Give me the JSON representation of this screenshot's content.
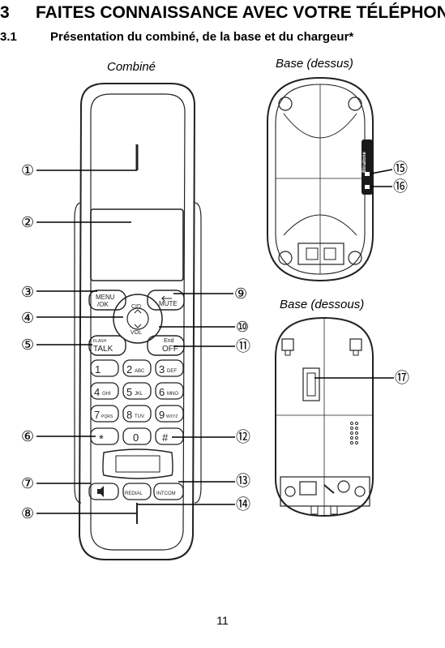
{
  "section": {
    "number": "3",
    "title": "FAITES CONNAISSANCE AVEC VOTRE TÉLÉPHONE"
  },
  "subsection": {
    "number": "3.1",
    "title": "Présentation du combiné, de la base et du chargeur*"
  },
  "captions": {
    "handset": "Combiné",
    "base_top": "Base (dessus)",
    "base_bottom": "Base (dessous)"
  },
  "callouts": [
    "①",
    "②",
    "③",
    "④",
    "⑤",
    "⑥",
    "⑦",
    "⑧",
    "⑨",
    "⑩",
    "⑪",
    "⑫",
    "⑬",
    "⑭",
    "⑮",
    "⑯",
    "⑰"
  ],
  "keys": {
    "menu": "MENU",
    "ok": "/OK",
    "mute": "MUTE",
    "cid": "CID",
    "vol": "VOL",
    "talk_small": "FLASH",
    "talk": "TALK",
    "off_small": "End",
    "off": "OFF",
    "k1": "1",
    "k1s": "",
    "k2": "2",
    "k2s": "ABC",
    "k3": "3",
    "k3s": "DEF",
    "k4": "4",
    "k4s": "GHI",
    "k5": "5",
    "k5s": "JKL",
    "k6": "6",
    "k6s": "MNO",
    "k7": "7",
    "k7s": "PQRS",
    "k8": "8",
    "k8s": "TUV",
    "k9": "9",
    "k9s": "WXYZ",
    "kstar": "*",
    "k0": "0",
    "khash": "#",
    "redial": "REDIAL",
    "intcom": "INTCOM"
  },
  "base_brand": "Binatone",
  "page_number": "11"
}
